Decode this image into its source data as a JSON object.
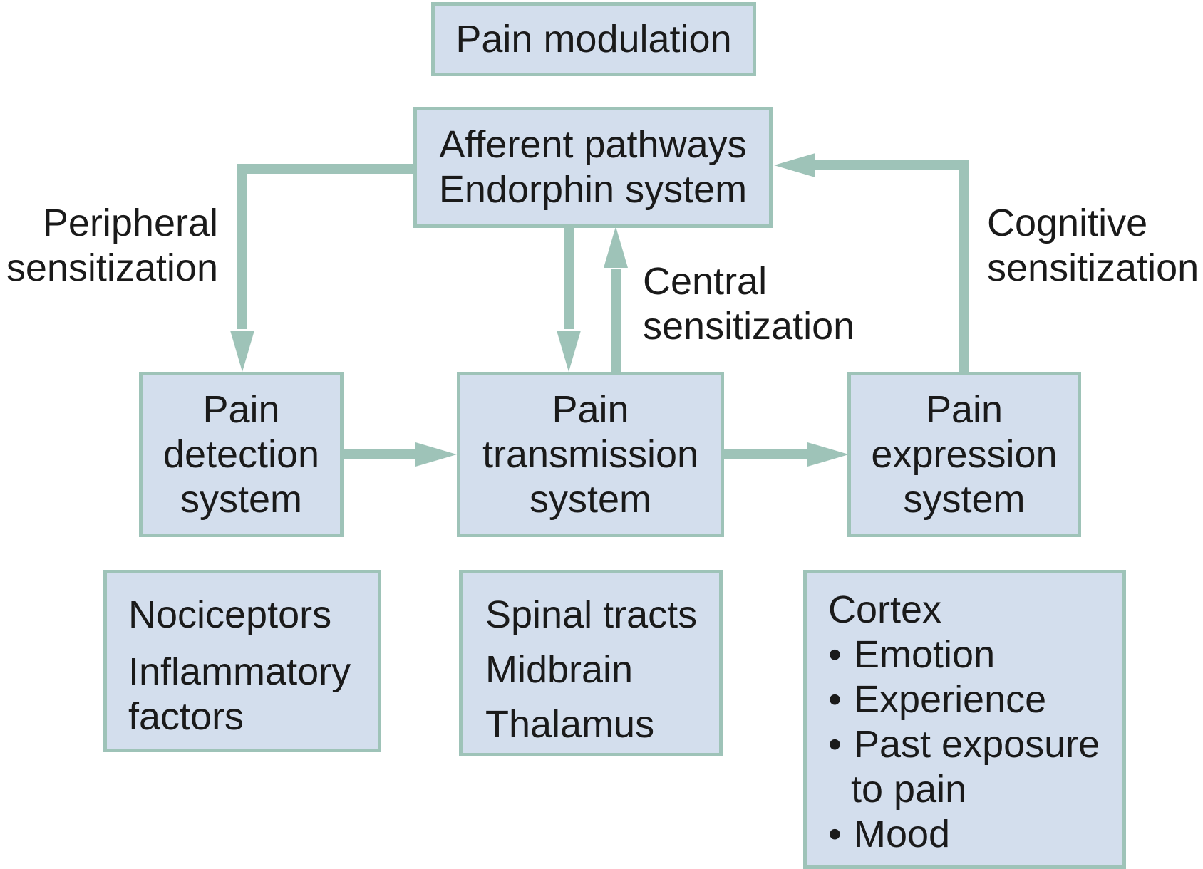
{
  "top_title": "Pain modulation",
  "hub": {
    "lines": [
      "Afferent pathways",
      "Endorphin system"
    ]
  },
  "systems": {
    "detection": [
      "Pain",
      "detection",
      "system"
    ],
    "transmission": [
      "Pain",
      "transmission",
      "system"
    ],
    "expression": [
      "Pain",
      "expression",
      "system"
    ]
  },
  "sensitization": {
    "peripheral": [
      "Peripheral",
      "sensitization"
    ],
    "central": [
      "Central",
      "sensitization"
    ],
    "cognitive": [
      "Cognitive",
      "sensitization"
    ]
  },
  "details": {
    "detection": [
      "Nociceptors",
      "Inflammatory",
      "factors"
    ],
    "transmission": [
      "Spinal tracts",
      "Midbrain",
      "Thalamus"
    ],
    "expression": {
      "heading": "Cortex",
      "bullets": [
        "Emotion",
        "Experience",
        "Past exposure",
        "to pain",
        "Mood"
      ],
      "bullet_char": "•"
    }
  },
  "colors": {
    "box_fill": "#d3deed",
    "box_border": "#9ec3b8",
    "arrow": "#9ec3b8"
  }
}
